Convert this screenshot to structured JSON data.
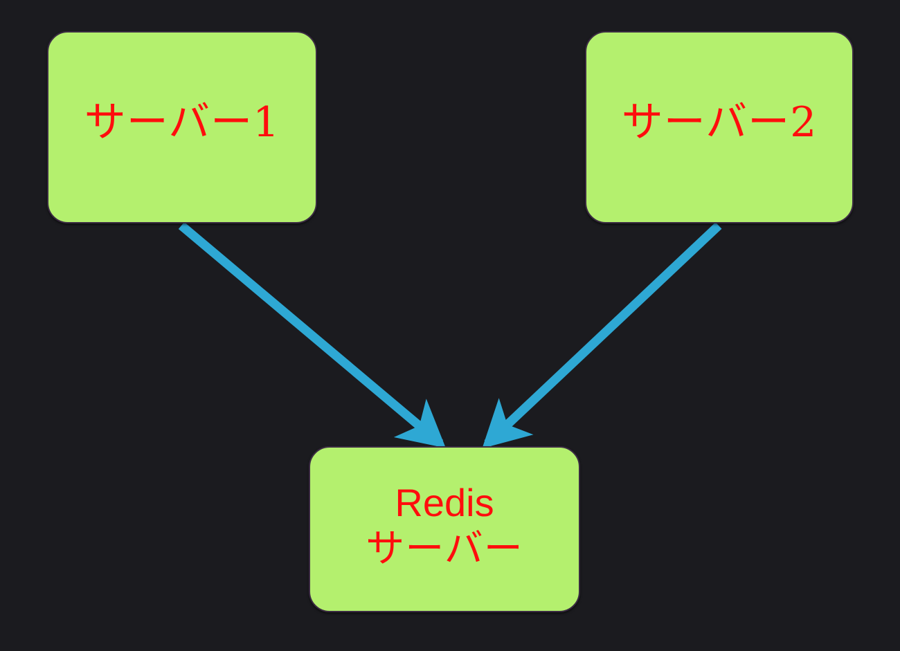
{
  "diagram": {
    "background_color": "#1b1b1f",
    "node_fill_color": "#b4f06e",
    "node_border_color": "#3b2c42",
    "node_text_color": "#ff0d0d",
    "edge_color": "#2ea8d4",
    "nodes": [
      {
        "id": "server1",
        "label": "サーバー1",
        "lines": [
          "サーバー1"
        ]
      },
      {
        "id": "server2",
        "label": "サーバー2",
        "lines": [
          "サーバー2"
        ]
      },
      {
        "id": "redis",
        "label": "Redis サーバー",
        "lines": [
          "Redis",
          "サーバー"
        ]
      }
    ],
    "edges": [
      {
        "id": "server1-to-redis",
        "from": "server1",
        "to": "redis",
        "label": "",
        "arrowhead": "filled-triangle",
        "direction": "down-right"
      },
      {
        "id": "server2-to-redis",
        "from": "server2",
        "to": "redis",
        "label": "",
        "arrowhead": "filled-triangle",
        "direction": "down-left"
      }
    ]
  }
}
